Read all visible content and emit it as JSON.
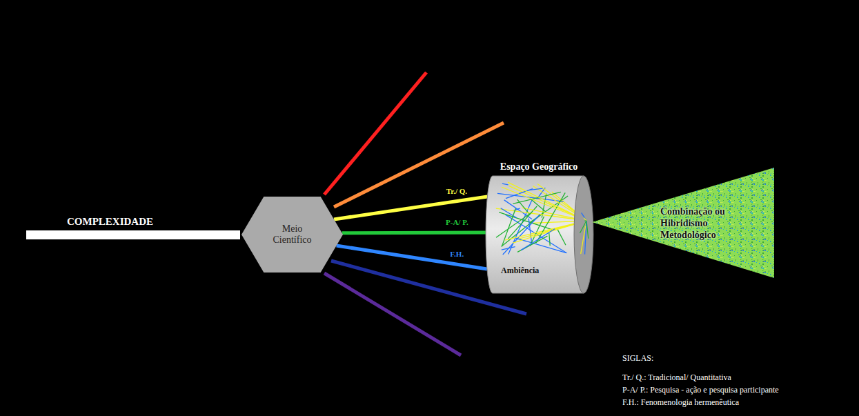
{
  "diagram": {
    "nodes": [
      {
        "text": [
          "Meio Científico"
        ]
      },
      {
        "text": [
          "Espaço Geográfico",
          "Ambiência"
        ]
      },
      {
        "text": [
          "Combinação ou Hibridismo Metodológico"
        ]
      }
    ],
    "edges": [
      {
        "from": 0,
        "to": 1,
        "arrow": "none",
        "label": "Tr./ Q."
      },
      {
        "from": 0,
        "to": 1,
        "arrow": "none",
        "label": "P-A/ P."
      },
      {
        "from": 0,
        "to": 1,
        "arrow": "none",
        "label": "F.H."
      }
    ],
    "labels": [
      "COMPLEXIDADE",
      "SIGLAS:",
      "Tr./ Q.: Tradicional/ Quantitativa",
      "P-A/ P.: Pesquisa - ação e pesquisa participante",
      "F.H.: Fenomenologia hermenêutica"
    ]
  }
}
